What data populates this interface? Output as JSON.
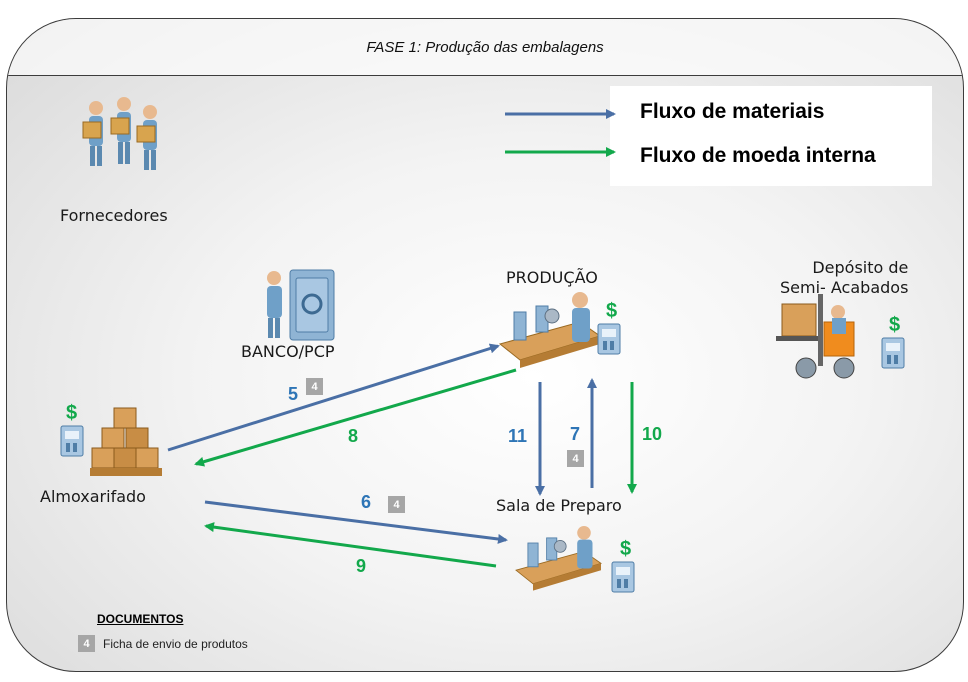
{
  "title": "FASE 1: Produção das embalagens",
  "legend": {
    "materials": "Fluxo de materiais",
    "currency": "Fluxo de moeda interna"
  },
  "colors": {
    "materials": "#4a6fa5",
    "currency": "#12a84b",
    "dollar": "#12a84b"
  },
  "nodes": {
    "suppliers": "Fornecedores",
    "bank": "BANCO/PCP",
    "production": "PRODUÇÃO",
    "warehouse": "Almoxarifado",
    "prep_room": "Sala de Preparo",
    "depot": "Depósito de\nSemi- Acabados"
  },
  "icons": {
    "dollar": "$",
    "suppliers": "people-with-boxes-icon",
    "bank": "vault-person-icon",
    "production": "assembly-line-icon",
    "warehouse": "box-pile-icon",
    "depot": "forklift-icon",
    "atm": "atm-terminal-icon"
  },
  "flows": {
    "f5": "5",
    "f6": "6",
    "f7": "7",
    "f8": "8",
    "f9": "9",
    "f10": "10",
    "f11": "11"
  },
  "document_badge": "4",
  "documents": {
    "heading": "DOCUMENTOS",
    "items": [
      {
        "badge": "4",
        "label": "Ficha de envio de produtos"
      }
    ]
  }
}
